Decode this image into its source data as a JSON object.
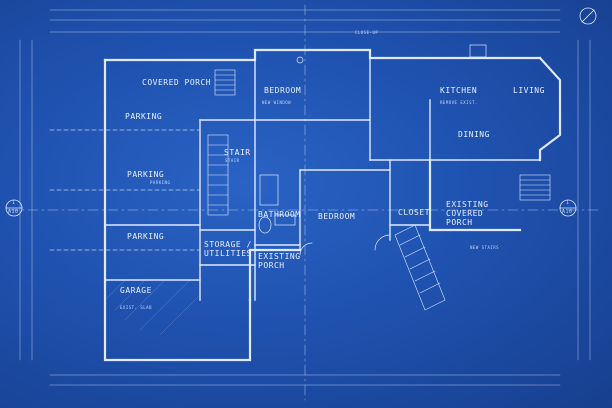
{
  "rooms": {
    "covered_porch_top": "COVERED PORCH",
    "parking_1": "PARKING",
    "parking_2": "PARKING",
    "parking_3": "PARKING",
    "garage": "GARAGE",
    "bedroom_1": "BEDROOM",
    "stair": "STAIR",
    "bathroom": "BATHROOM",
    "storage": "STORAGE / UTILITIES",
    "existing_porch": "EXISTING PORCH",
    "bedroom_2": "BEDROOM",
    "closet": "CLOSET",
    "kitchen": "KITCHEN",
    "living": "LIVING",
    "dining": "DINING",
    "existing_covered_porch": "EXISTING COVERED PORCH"
  },
  "markers": {
    "left_number": "1",
    "left_sheet": "A10",
    "right_number": "1",
    "right_sheet": "A10"
  },
  "notes": {
    "closet_up": "CLOSE-UP",
    "new_window": "NEW WINDOW",
    "parking": "PARKING",
    "stair_note": "STAIR",
    "garage_slab": "EXIST. SLAB",
    "remove_exist": "REMOVE EXIST.",
    "new_stairs": "NEW STAIRS"
  },
  "colors": {
    "background": "#1f52b0",
    "line": "#e8f0ff"
  }
}
